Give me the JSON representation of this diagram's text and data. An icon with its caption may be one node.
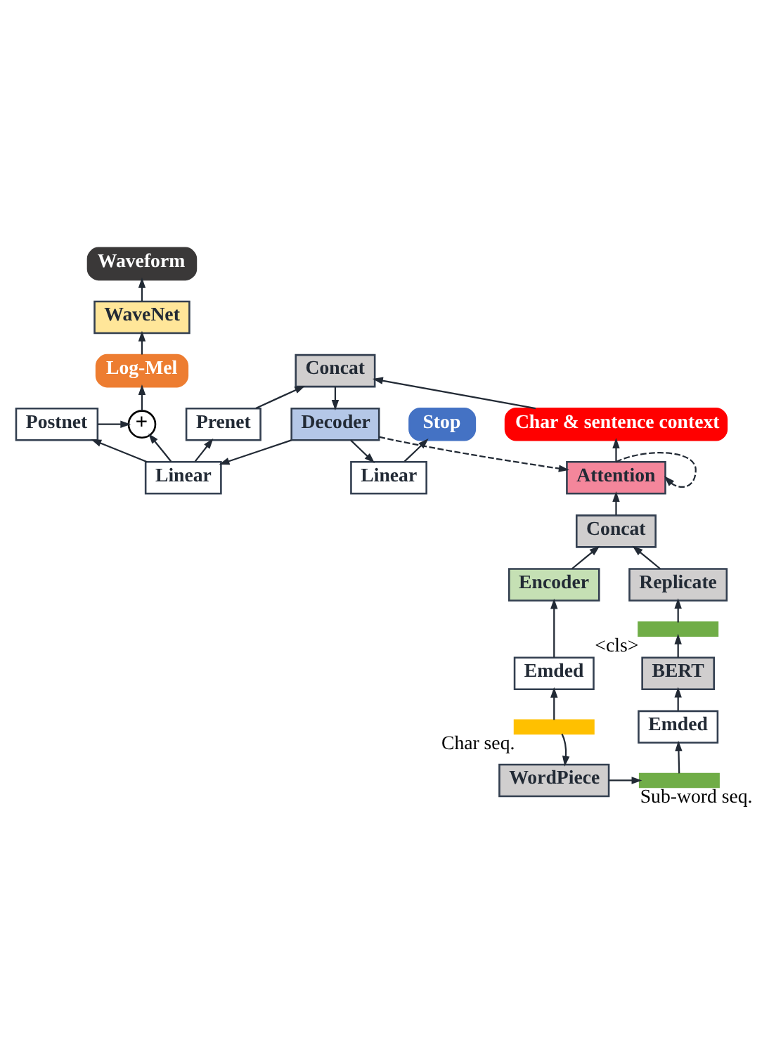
{
  "diagram": {
    "nodes": [
      {
        "text": [
          "Waveform"
        ]
      },
      {
        "text": [
          "WaveNet"
        ]
      },
      {
        "text": [
          "Log-Mel"
        ]
      },
      {
        "text": [
          "Postnet"
        ]
      },
      {
        "text": [
          "+"
        ]
      },
      {
        "text": [
          "Stop"
        ]
      },
      {
        "text": [
          "Linear"
        ]
      },
      {
        "text": [
          "Linear"
        ]
      },
      {
        "text": [
          "Prenet"
        ]
      },
      {
        "text": [
          "Decoder"
        ]
      },
      {
        "text": [
          "Concat"
        ]
      },
      {
        "text": [
          "Char & sentence context"
        ]
      },
      {
        "text": [
          "Attention"
        ]
      },
      {
        "text": [
          "Concat"
        ]
      },
      {
        "text": [
          "Replicate"
        ]
      },
      {
        "text": [
          "Encoder"
        ]
      },
      {
        "text": [],
        "shape": "bar",
        "beside": [
          "<cls>"
        ]
      },
      {
        "text": [
          "BERT"
        ]
      },
      {
        "text": [
          "Emded"
        ]
      },
      {
        "text": [
          "Emded"
        ]
      },
      {
        "text": [],
        "shape": "bar",
        "beside": [
          "Char seq."
        ]
      },
      {
        "text": [
          "WordPiece"
        ]
      },
      {
        "text": [],
        "shape": "bar",
        "beside": [
          "Sub-word seq."
        ]
      }
    ],
    "edges": [
      {
        "from": 1,
        "to": 0,
        "arrow": "to"
      },
      {
        "from": 2,
        "to": 1,
        "arrow": "to"
      },
      {
        "from": 4,
        "to": 2,
        "arrow": "to"
      },
      {
        "from": 3,
        "to": 4,
        "arrow": "to"
      },
      {
        "from": 6,
        "to": 4,
        "arrow": "to"
      },
      {
        "from": 7,
        "to": 5,
        "arrow": "to"
      },
      {
        "from": 6,
        "to": 3,
        "arrow": "to"
      },
      {
        "from": 6,
        "to": 8,
        "arrow": "to"
      },
      {
        "from": 9,
        "to": 6,
        "arrow": "to"
      },
      {
        "from": 9,
        "to": 7,
        "arrow": "to"
      },
      {
        "from": 8,
        "to": 10,
        "arrow": "to"
      },
      {
        "from": 10,
        "to": 9,
        "arrow": "to"
      },
      {
        "from": 11,
        "to": 10,
        "arrow": "to"
      },
      {
        "from": 12,
        "to": 11,
        "arrow": "to"
      },
      {
        "from": 12,
        "to": 12,
        "arrow": "to",
        "style": "dashed"
      },
      {
        "from": 9,
        "to": 12,
        "arrow": "to",
        "style": "dashed"
      },
      {
        "from": 13,
        "to": 12,
        "arrow": "to"
      },
      {
        "from": 15,
        "to": 13,
        "arrow": "to"
      },
      {
        "from": 14,
        "to": 13,
        "arrow": "to"
      },
      {
        "from": 18,
        "to": 15,
        "arrow": "to"
      },
      {
        "from": 20,
        "to": 18,
        "arrow": "to"
      },
      {
        "from": 20,
        "to": 21,
        "arrow": "to"
      },
      {
        "from": 21,
        "to": 22,
        "arrow": "to"
      },
      {
        "from": 22,
        "to": 19,
        "arrow": "to"
      },
      {
        "from": 19,
        "to": 17,
        "arrow": "to"
      },
      {
        "from": 17,
        "to": 16,
        "arrow": "to"
      },
      {
        "from": 16,
        "to": 14,
        "arrow": "to"
      }
    ]
  }
}
